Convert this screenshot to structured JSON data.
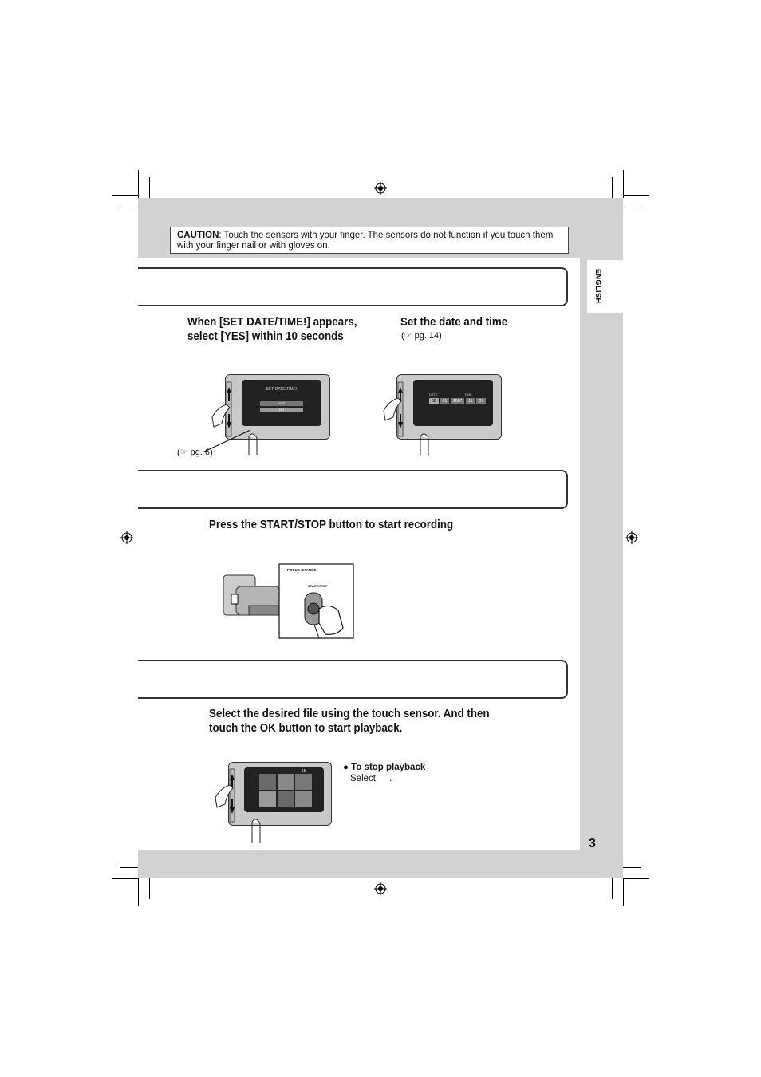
{
  "caution": {
    "label": "CAUTION",
    "text": ": Touch the sensors with your finger. The sensors do not function if you touch them with your finger nail or with gloves on."
  },
  "language_tab": "ENGLISH",
  "page_number": "3",
  "section1": {
    "left_heading": "When [SET DATE/TIME!] appears, select [YES] within 10 seconds",
    "right_heading": "Set the date and time",
    "right_ref": "(☞ pg. 14)",
    "left_ref": "(☞ pg. 6)",
    "screen1": {
      "title": "SET DATE/TIME!",
      "opt_yes": "YES",
      "opt_no": "NO"
    },
    "screen2": {
      "date_label": "DATE",
      "time_label": "TIME",
      "fields": [
        "30",
        "01",
        "2007",
        "11",
        "07"
      ]
    }
  },
  "section2": {
    "heading": "Press the START/STOP button to start recording",
    "camera_label_top": "FOCUS    CHARGE",
    "camera_label_btn": "START/STOP"
  },
  "section3": {
    "heading": "Select the desired file using the touch sensor. And then touch the OK button to start playback.",
    "note_title": "To stop playback",
    "note_text": "Select",
    "note_end": ".",
    "screen_count": "15"
  },
  "colors": {
    "margin_gray": "#d2d2d2",
    "border": "#333333"
  }
}
